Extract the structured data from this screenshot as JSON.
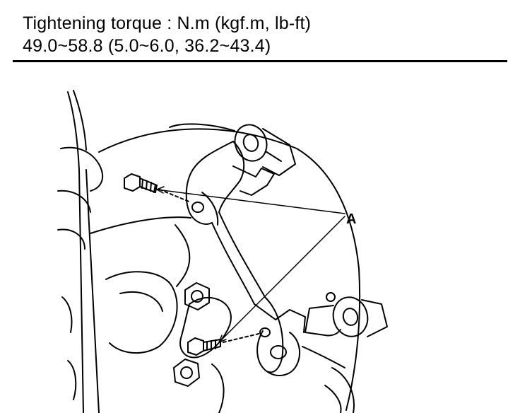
{
  "spec": {
    "line1": "Tightening torque : N.m (kgf.m, lb-ft)",
    "line2": "49.0~58.8 (5.0~6.0, 36.2~43.4)"
  },
  "diagram": {
    "callout_label": "A"
  }
}
